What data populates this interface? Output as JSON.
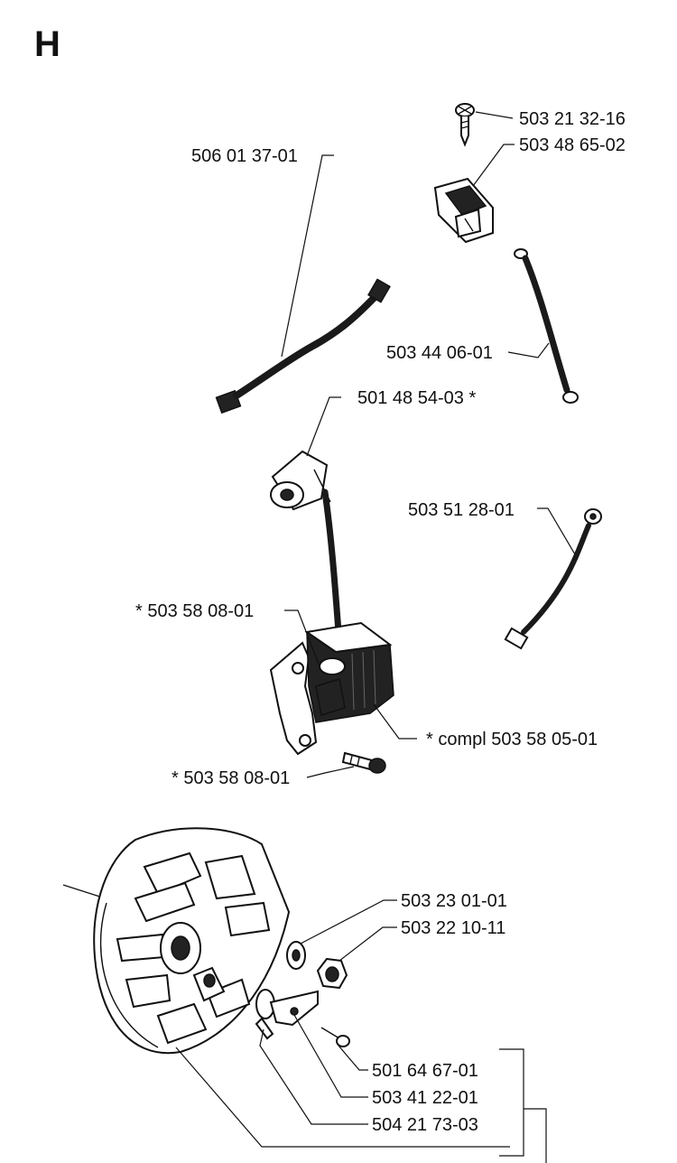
{
  "section_letter": "H",
  "labels": {
    "p_503_21_32_16": "503 21 32-16",
    "p_503_48_65_02": "503 48 65-02",
    "p_506_01_37_01": "506 01 37-01",
    "p_503_44_06_01": "503 44 06-01",
    "p_501_48_54_03": "501 48 54-03  *",
    "p_503_51_28_01": "503 51 28-01",
    "p_503_58_08_01_top": "*  503 58 08-01",
    "p_compl_503_58_05_01": "*  compl 503 58 05-01",
    "p_503_58_08_01_bottom": "*  503 58 08-01",
    "p_503_23_01_01": "503 23 01-01",
    "p_503_22_10_11": "503 22 10-11",
    "p_501_64_67_01": "501 64 67-01",
    "p_503_41_22_01": "503 41 22-01",
    "p_504_21_73_03": "504 21 73-03"
  }
}
